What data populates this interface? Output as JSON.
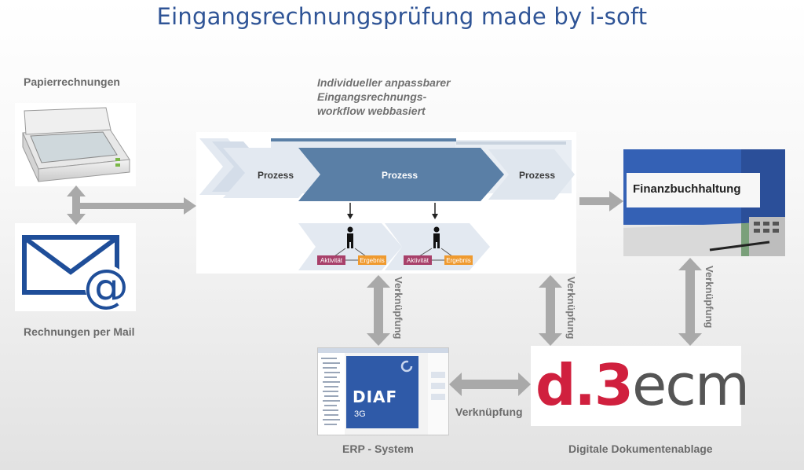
{
  "title": "Eingangsrechnungsprüfung made by i-soft",
  "labels": {
    "paper_invoices": "Papierrechnungen",
    "mail_invoices": "Rechnungen per Mail",
    "workflow_line1": "Individueller anpassbarer",
    "workflow_line2": "Eingangsrechnungs-",
    "workflow_line3": "workflow webbasiert",
    "erp_system": "ERP - System",
    "document_storage": "Digitale Dokumentenablage"
  },
  "workflow": {
    "process_left": "Prozess",
    "process_center": "Prozess",
    "process_right": "Prozess",
    "activity": "Aktivität",
    "result": "Ergebnis"
  },
  "connections": {
    "link_erp": "Verknüpfung",
    "link_ecm": "Verknüpfung",
    "link_fibu": "Verknüpfung",
    "link_erp_ecm": "Verknüpfung"
  },
  "finance": {
    "label": "Finanzbuchhaltung"
  },
  "erp": {
    "logo": "DIAF",
    "version": "3G"
  },
  "ecm": {
    "logo_d": "d",
    "logo_dot3": ".3",
    "logo_ecm": "ecm"
  },
  "colors": {
    "title": "#2f5496",
    "chevron": "#5a7fa6",
    "chevron_light": "#e3e9f1",
    "activity": "#a8406a",
    "result": "#ef9a2f",
    "ecm_red": "#d0203e",
    "ecm_grey": "#555555"
  }
}
